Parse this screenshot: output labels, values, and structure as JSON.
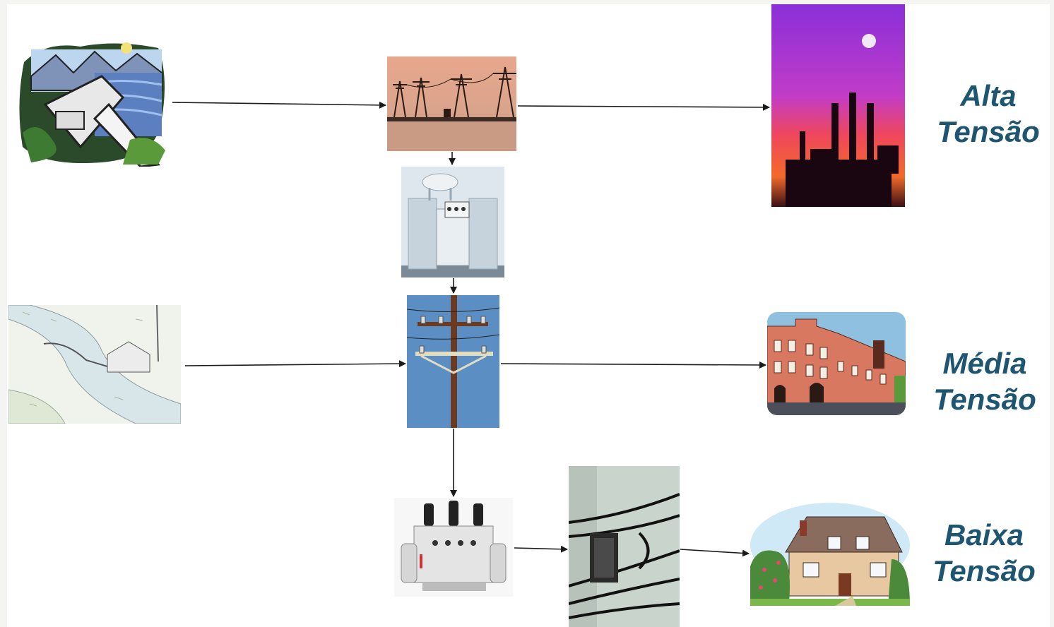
{
  "colors": {
    "label_text": "#1e5570",
    "arrow": "#1a1a1a"
  },
  "labels": {
    "high": {
      "line1": "Alta",
      "line2": "Tensão"
    },
    "medium": {
      "line1": "Média",
      "line2": "Tensão"
    },
    "low": {
      "line1": "Baixa",
      "line2": "Tensão"
    }
  },
  "images": [
    {
      "id": "hydro-plant",
      "icon": "hydroelectric-dam-icon"
    },
    {
      "id": "transmission-towers",
      "icon": "transmission-tower-icon"
    },
    {
      "id": "power-transformer",
      "icon": "power-transformer-icon"
    },
    {
      "id": "distribution-pole",
      "icon": "utility-pole-icon"
    },
    {
      "id": "pole-transformer",
      "icon": "distribution-transformer-icon"
    },
    {
      "id": "service-wires",
      "icon": "service-wires-icon"
    },
    {
      "id": "small-hydro-sketch",
      "icon": "small-hydro-sketch-icon"
    },
    {
      "id": "industrial-plant",
      "icon": "industrial-plant-icon"
    },
    {
      "id": "commercial-building",
      "icon": "commercial-building-icon"
    },
    {
      "id": "house",
      "icon": "house-icon"
    }
  ]
}
